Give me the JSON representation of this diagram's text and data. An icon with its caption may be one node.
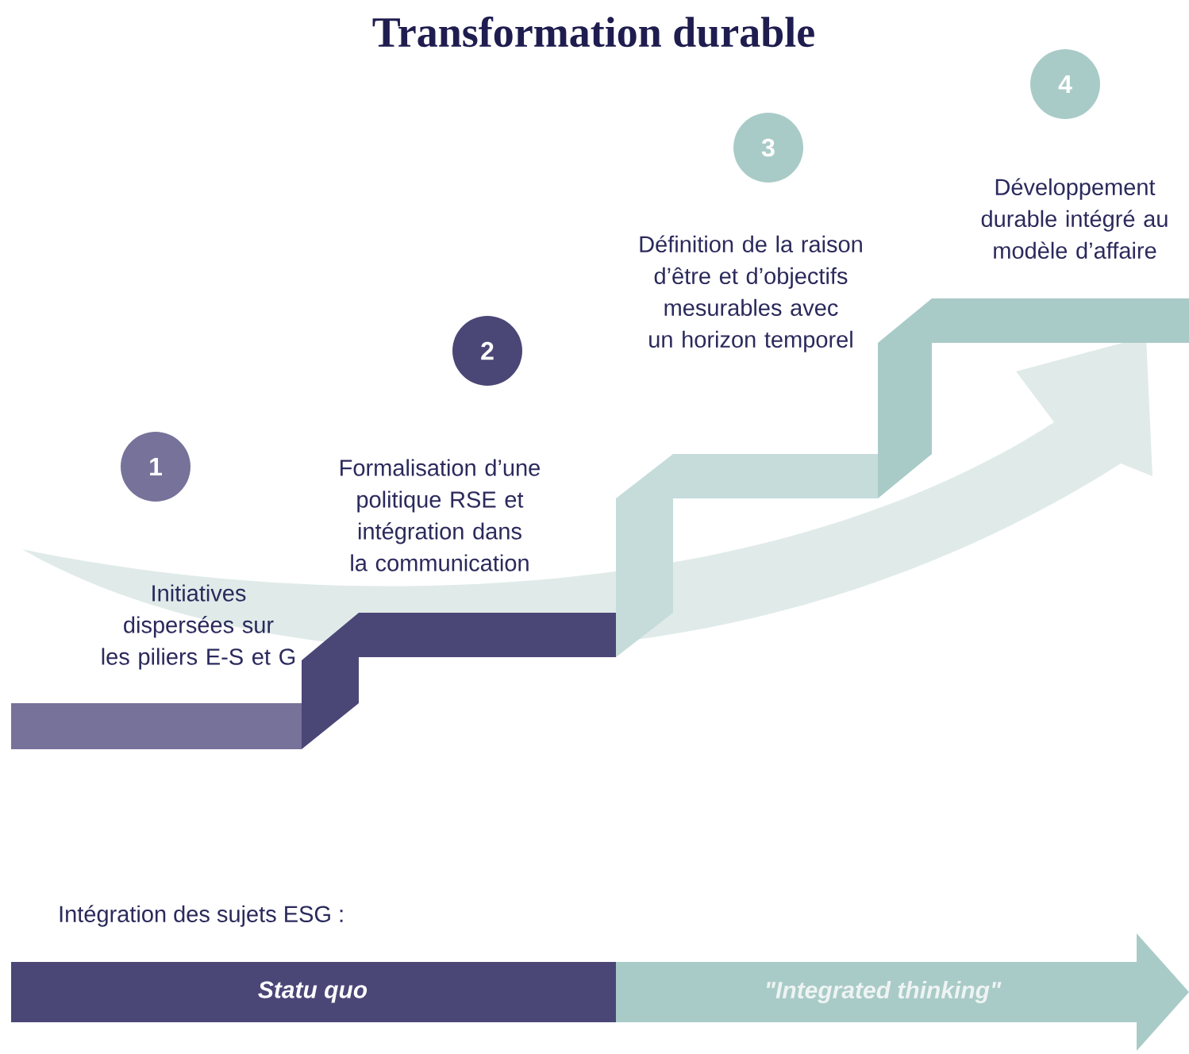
{
  "diagram": {
    "title": "Transformation durable",
    "nodes": [
      {
        "text": [
          "1"
        ],
        "beside": [
          "Initiatives dispersées sur les piliers E-S et G"
        ]
      },
      {
        "text": [
          "2"
        ],
        "beside": [
          "Formalisation d’une politique RSE et intégration dans la communication"
        ]
      },
      {
        "text": [
          "3"
        ],
        "beside": [
          "Définition de la raison d’être et d’objectifs mesurables avec un horizon temporel"
        ]
      },
      {
        "text": [
          "4"
        ],
        "beside": [
          "Développement durable intégré au modèle d’affaire"
        ]
      },
      {
        "text": [
          "Statu quo"
        ]
      },
      {
        "text": [
          "\"Integrated thinking\""
        ]
      }
    ],
    "labels": [
      "Intégration des sujets ESG :"
    ]
  }
}
